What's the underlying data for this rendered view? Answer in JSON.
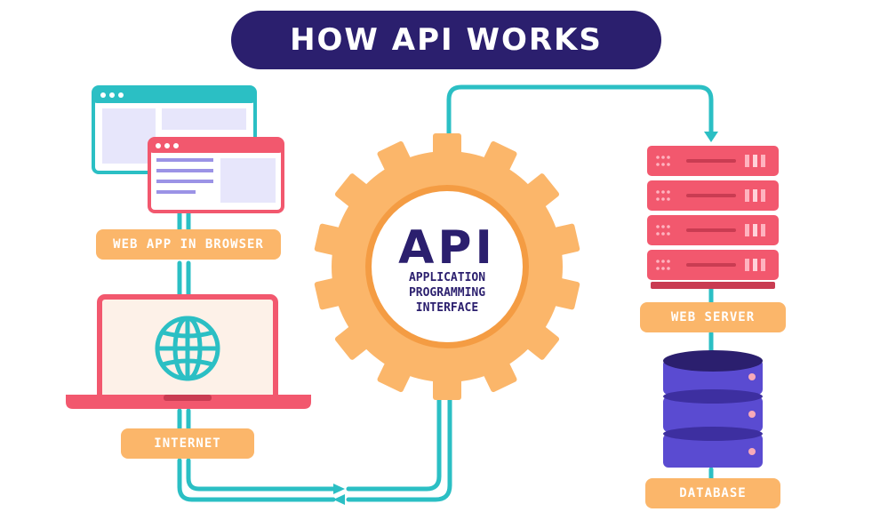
{
  "title": "HOW API WORKS",
  "api": {
    "acronym": "API",
    "line1": "APPLICATION",
    "line2": "PROGRAMMING",
    "line3": "INTERFACE"
  },
  "labels": {
    "web_app": "WEB APP IN BROWSER",
    "internet": "INTERNET",
    "web_server": "WEB SERVER",
    "database": "DATABASE"
  },
  "colors": {
    "navy": "#2b1f6e",
    "teal": "#2bbfc4",
    "orange": "#fbb66a",
    "pink": "#f2586e",
    "purple": "#5a4bd1",
    "lavender": "#e7e6fb"
  }
}
